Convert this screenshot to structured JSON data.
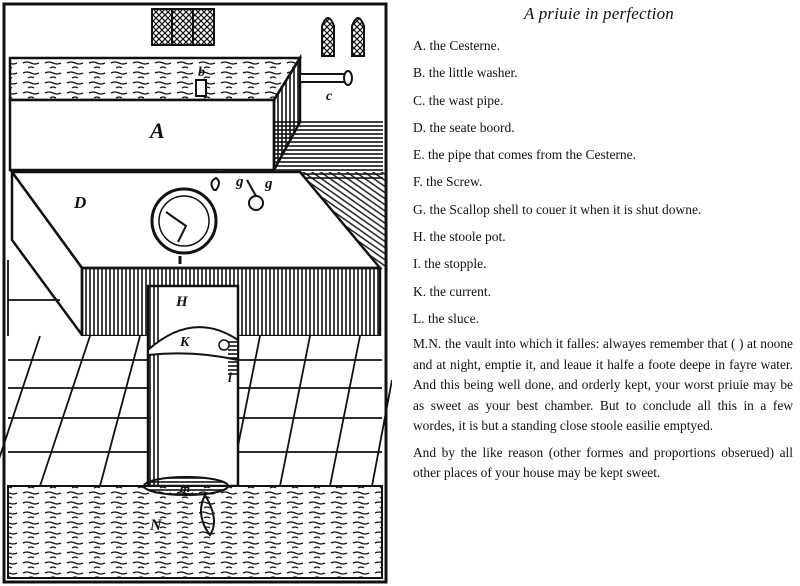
{
  "figure": {
    "labels": {
      "A": "A",
      "b": "b",
      "c": "c",
      "D": "D",
      "g1": "g",
      "g2": "g",
      "H": "H",
      "K": "K",
      "l": "l",
      "m": "m",
      "n": "N"
    }
  },
  "title": "A priuie in perfection",
  "legend": [
    "A. the Cesterne.",
    "B. the little washer.",
    "C. the wast pipe.",
    "D. the seate boord.",
    "E. the pipe that comes from the Cesterne.",
    "F. the Screw.",
    "G. the Scallop shell to couer it when it is shut downe.",
    "H. the stoole pot.",
    "I. the stopple.",
    "K. the current.",
    "L. the sluce."
  ],
  "paragraph1": "M.N. the vault into which it falles: alwayes remember that ( ) at noone and at night, emptie it, and leaue it halfe a foote deepe in fayre water. And this being well done, and orderly kept, your worst priuie may be as sweet as your best chamber. But to conclude all this in a few wordes, it is but a standing close stoole easilie emptyed.",
  "paragraph2": "And by the like reason (other formes and proportions obserued) all other places of your house may be kept sweet."
}
